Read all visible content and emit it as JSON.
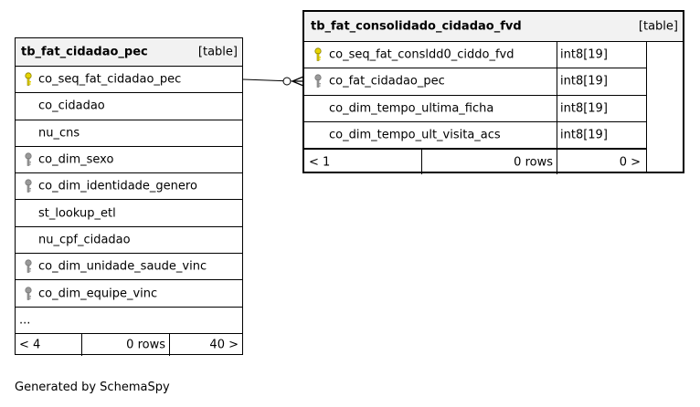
{
  "colors": {
    "header_bg": "#f2f2f2",
    "primary_key": "#e6d400",
    "foreign_key": "#999999",
    "line": "#000000"
  },
  "left_table": {
    "name": "tb_fat_cidadao_pec",
    "kind": "[table]",
    "columns": [
      {
        "name": "co_seq_fat_cidadao_pec",
        "icon": "primary-key-icon"
      },
      {
        "name": "co_cidadao",
        "icon": ""
      },
      {
        "name": "nu_cns",
        "icon": ""
      },
      {
        "name": "co_dim_sexo",
        "icon": "foreign-key-icon"
      },
      {
        "name": "co_dim_identidade_genero",
        "icon": "foreign-key-icon"
      },
      {
        "name": "st_lookup_etl",
        "icon": ""
      },
      {
        "name": "nu_cpf_cidadao",
        "icon": ""
      },
      {
        "name": "co_dim_unidade_saude_vinc",
        "icon": "foreign-key-icon"
      },
      {
        "name": "co_dim_equipe_vinc",
        "icon": "foreign-key-icon"
      }
    ],
    "more": "...",
    "footer": {
      "parents": "< 4",
      "rows": "0 rows",
      "children": "40 >"
    }
  },
  "right_table": {
    "name": "tb_fat_consolidado_cidadao_fvd",
    "kind": "[table]",
    "columns": [
      {
        "name": "co_seq_fat_consldd0_ciddo_fvd",
        "type": "int8[19]",
        "icon": "primary-key-icon"
      },
      {
        "name": "co_fat_cidadao_pec",
        "type": "int8[19]",
        "icon": "foreign-key-icon"
      },
      {
        "name": "co_dim_tempo_ultima_ficha",
        "type": "int8[19]",
        "icon": ""
      },
      {
        "name": "co_dim_tempo_ult_visita_acs",
        "type": "int8[19]",
        "icon": ""
      }
    ],
    "footer": {
      "parents": "< 1",
      "rows": "0 rows",
      "children": "0 >"
    }
  },
  "generated_by": "Generated by SchemaSpy"
}
